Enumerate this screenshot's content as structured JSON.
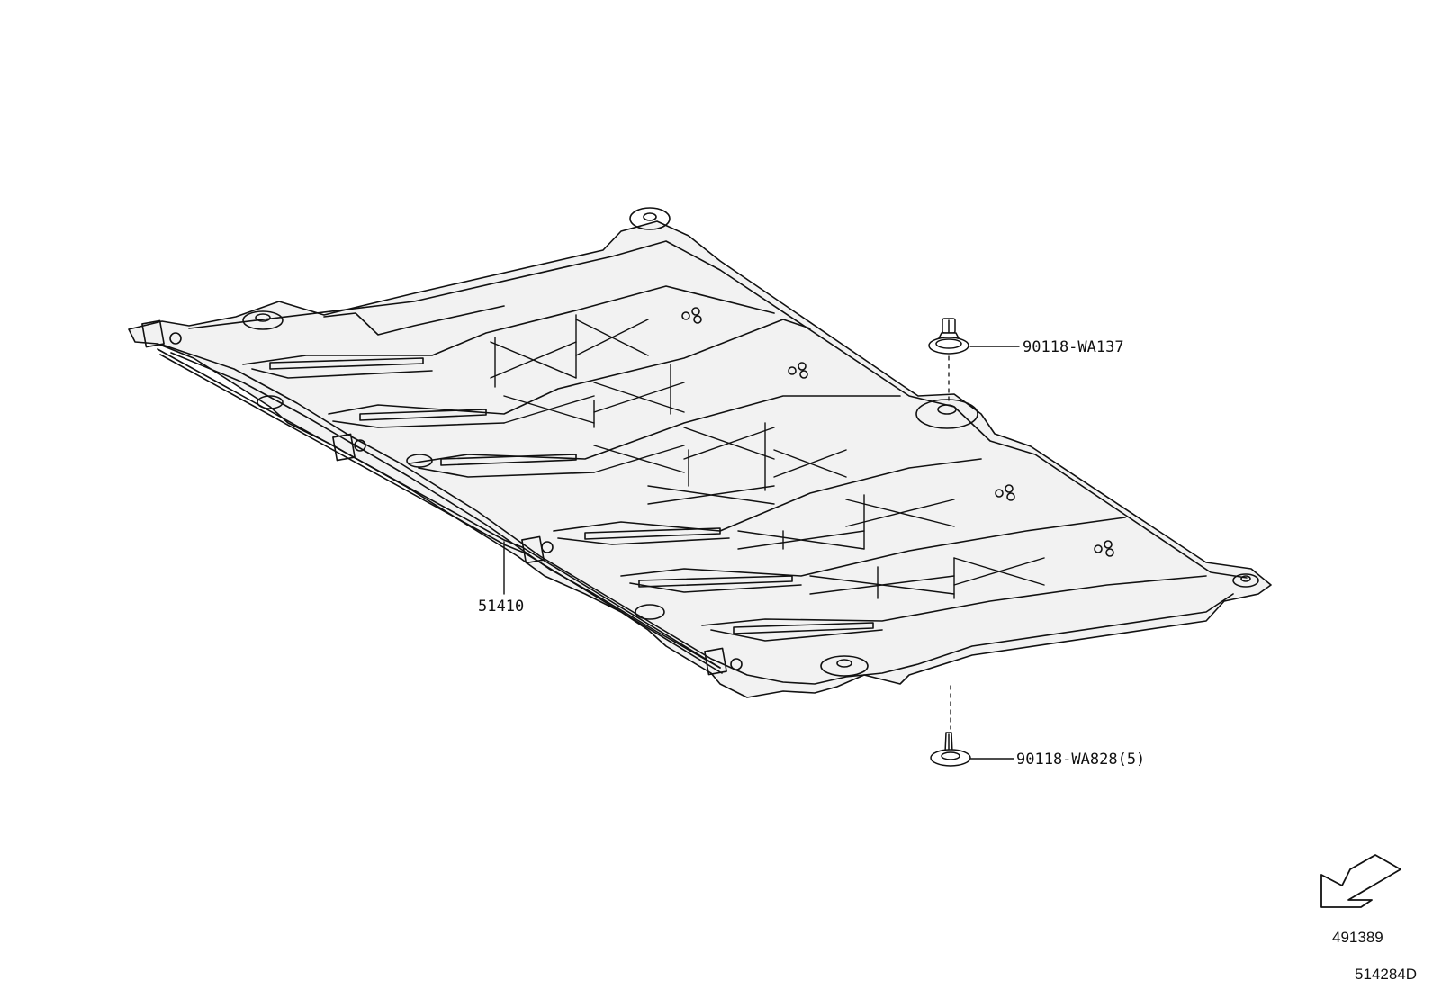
{
  "diagram": {
    "callouts": [
      {
        "id": "under-cover",
        "label": "51410"
      },
      {
        "id": "clip-upper",
        "label": "90118-WA137"
      },
      {
        "id": "clip-lower",
        "label": "90118-WA828(5)"
      }
    ],
    "reference_codes": {
      "view_code": "491389",
      "figure_code": "514284D"
    },
    "icons": {
      "orientation_arrow": "front-direction-arrow-icon",
      "panel": "engine-under-cover-drawing",
      "upper_fastener": "push-clip-icon",
      "lower_fastener": "screw-clip-icon"
    },
    "colors": {
      "ink": "#111111",
      "background": "#ffffff"
    }
  }
}
